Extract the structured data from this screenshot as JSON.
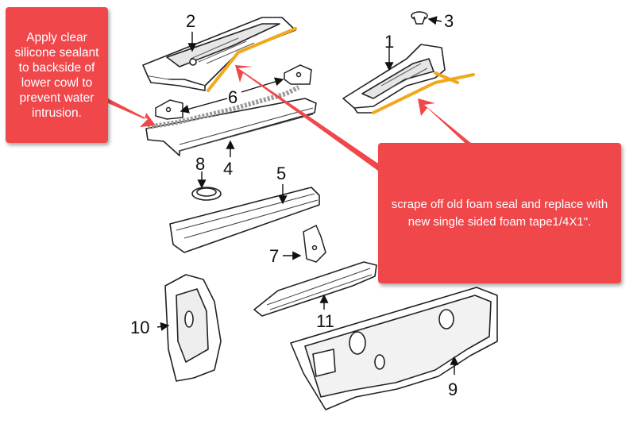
{
  "callouts": {
    "left": {
      "text": "Apply clear silicone sealant to backside of lower cowl to prevent water intrusion."
    },
    "right": {
      "text": "scrape off old foam seal and replace with new single sided foam tape1/4X1\"."
    }
  },
  "part_labels": [
    "2",
    "3",
    "1",
    "6",
    "4",
    "8",
    "5",
    "7",
    "10",
    "11",
    "9"
  ],
  "colors": {
    "callout": "#f0474b",
    "foam_tape": "#f0a81c",
    "sealant": "#9a9a9a",
    "arrow": "#f0474b"
  }
}
